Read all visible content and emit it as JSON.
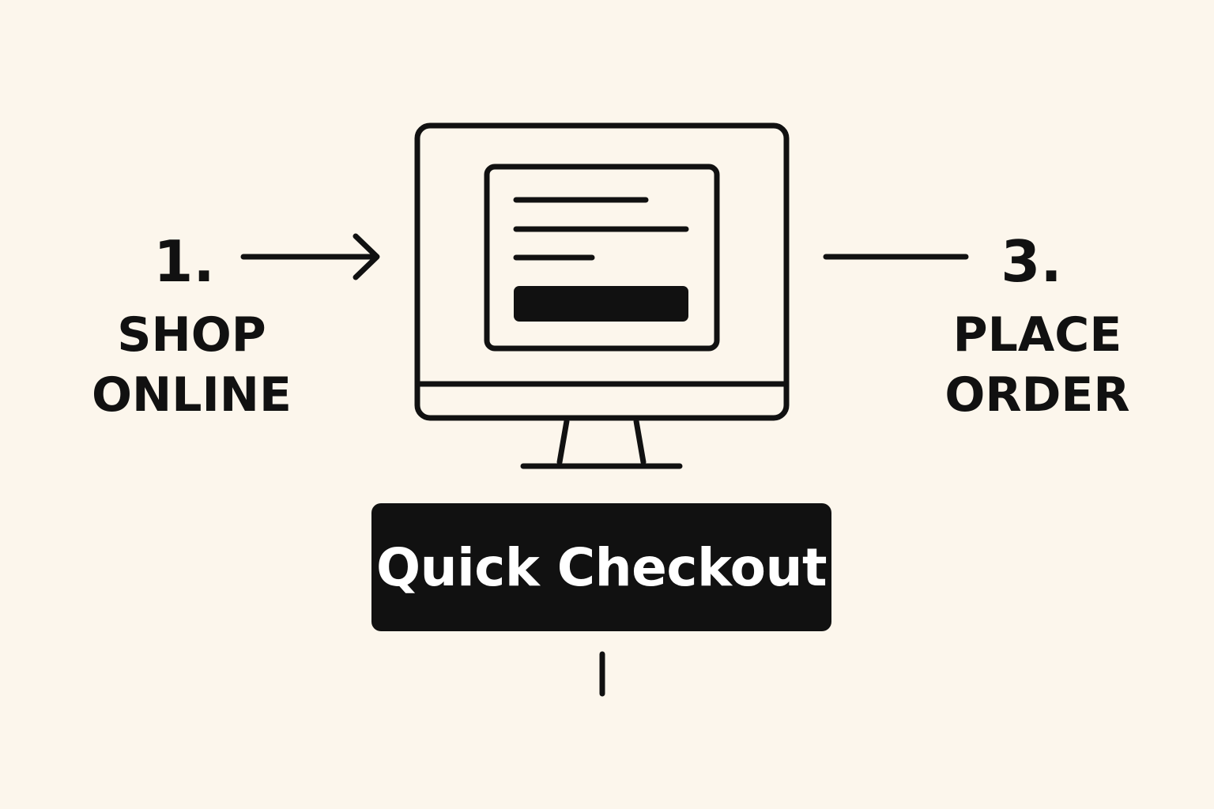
{
  "colors": {
    "background": "#FCF6EC",
    "ink": "#111111",
    "button_bg": "#111111",
    "button_text": "#FFFFFF"
  },
  "steps": [
    {
      "number": "1.",
      "label_lines": [
        "SHOP",
        "ONLINE"
      ]
    },
    {
      "number": "3.",
      "label_lines": [
        "PLACE",
        "ORDER"
      ]
    }
  ],
  "icons": {
    "computer": "desktop-monitor-icon",
    "arrow": "arrow-right-icon"
  },
  "button": {
    "label": "Quick Checkout"
  }
}
